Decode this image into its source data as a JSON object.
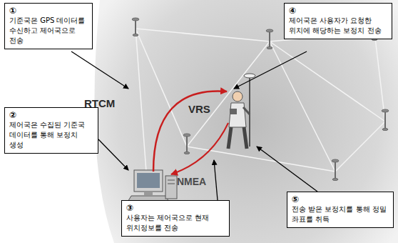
{
  "diagram": {
    "nodes": [
      {
        "text": [
          "①",
          "기준국은 GPS 데이터를 수신하고 제어국으로 전송"
        ]
      },
      {
        "text": [
          "②",
          "제어국은 수집된 기준국 데이터를 통해 보정치 생성"
        ]
      },
      {
        "text": [
          "③",
          "사용자는 제어국으로 현재 위치정보를 전송"
        ]
      },
      {
        "text": [
          "④",
          "제어국은 사용자가 요청한 위치에 해당하는 보정치 전송"
        ]
      },
      {
        "text": [
          "⑤",
          "전송 받은 보정치를 통해 정밀 좌표를 취득"
        ]
      }
    ],
    "labels": [
      "RTCM",
      "VRS",
      "NMEA"
    ]
  }
}
